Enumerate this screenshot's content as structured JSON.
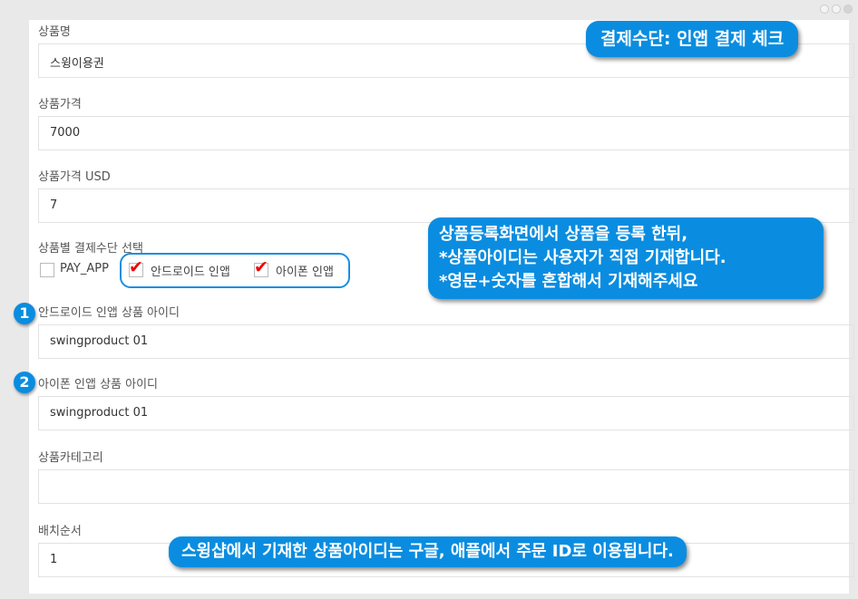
{
  "form": {
    "product_name_label": "상품명",
    "product_name_value": "스윙이용권",
    "price_label": "상품가격",
    "price_value": "7000",
    "price_usd_label": "상품가격 USD",
    "price_usd_value": "7",
    "payment_label": "상품별 결제수단 선택",
    "payment_options": [
      {
        "label": "PAY_APP",
        "checked": false
      },
      {
        "label": "안드로이드 인앱",
        "checked": true
      },
      {
        "label": "아이폰 인앱",
        "checked": true
      }
    ],
    "android_id_label": "안드로이드 인앱 상품 아이디",
    "android_id_value": "swingproduct 01",
    "ios_id_label": "아이폰 인앱 상품 아이디",
    "ios_id_value": "swingproduct 01",
    "category_label": "상품카테고리",
    "category_value": "",
    "order_label": "배치순서",
    "order_value": "1"
  },
  "annotations": {
    "top": "결제수단: 인앱 결제 체크",
    "middle": [
      "상품등록화면에서 상품을 등록 한뒤,",
      "*상품아이디는 사용자가 직접 기재합니다.",
      "*영문+숫자를 혼합해서 기재해주세요"
    ],
    "bottom": "스윙샵에서 기재한 상품아이디는 구글, 애플에서 주문 ID로 이용됩니다.",
    "badge1": "1",
    "badge2": "2",
    "check_mark": "✔"
  },
  "colors": {
    "accent": "#0a8de0",
    "check": "#e00000"
  }
}
